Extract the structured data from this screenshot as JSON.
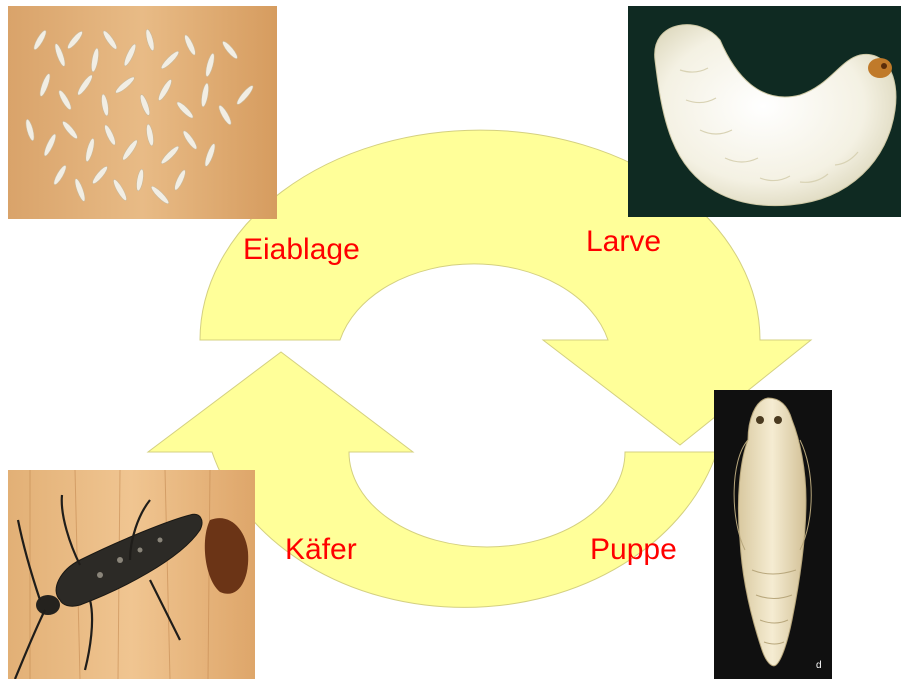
{
  "diagram": {
    "colors": {
      "arrow_fill": "#ffff99",
      "arrow_stroke": "#d4d080",
      "label": "#ff0000",
      "background": "#ffffff"
    },
    "stages": [
      {
        "label": "Eiablage",
        "photo": "eggs-photo"
      },
      {
        "label": "Larve",
        "photo": "larva-photo"
      },
      {
        "label": "Puppe",
        "photo": "pupa-photo"
      },
      {
        "label": "Käfer",
        "photo": "beetle-photo"
      }
    ],
    "photo_mark": "d"
  }
}
